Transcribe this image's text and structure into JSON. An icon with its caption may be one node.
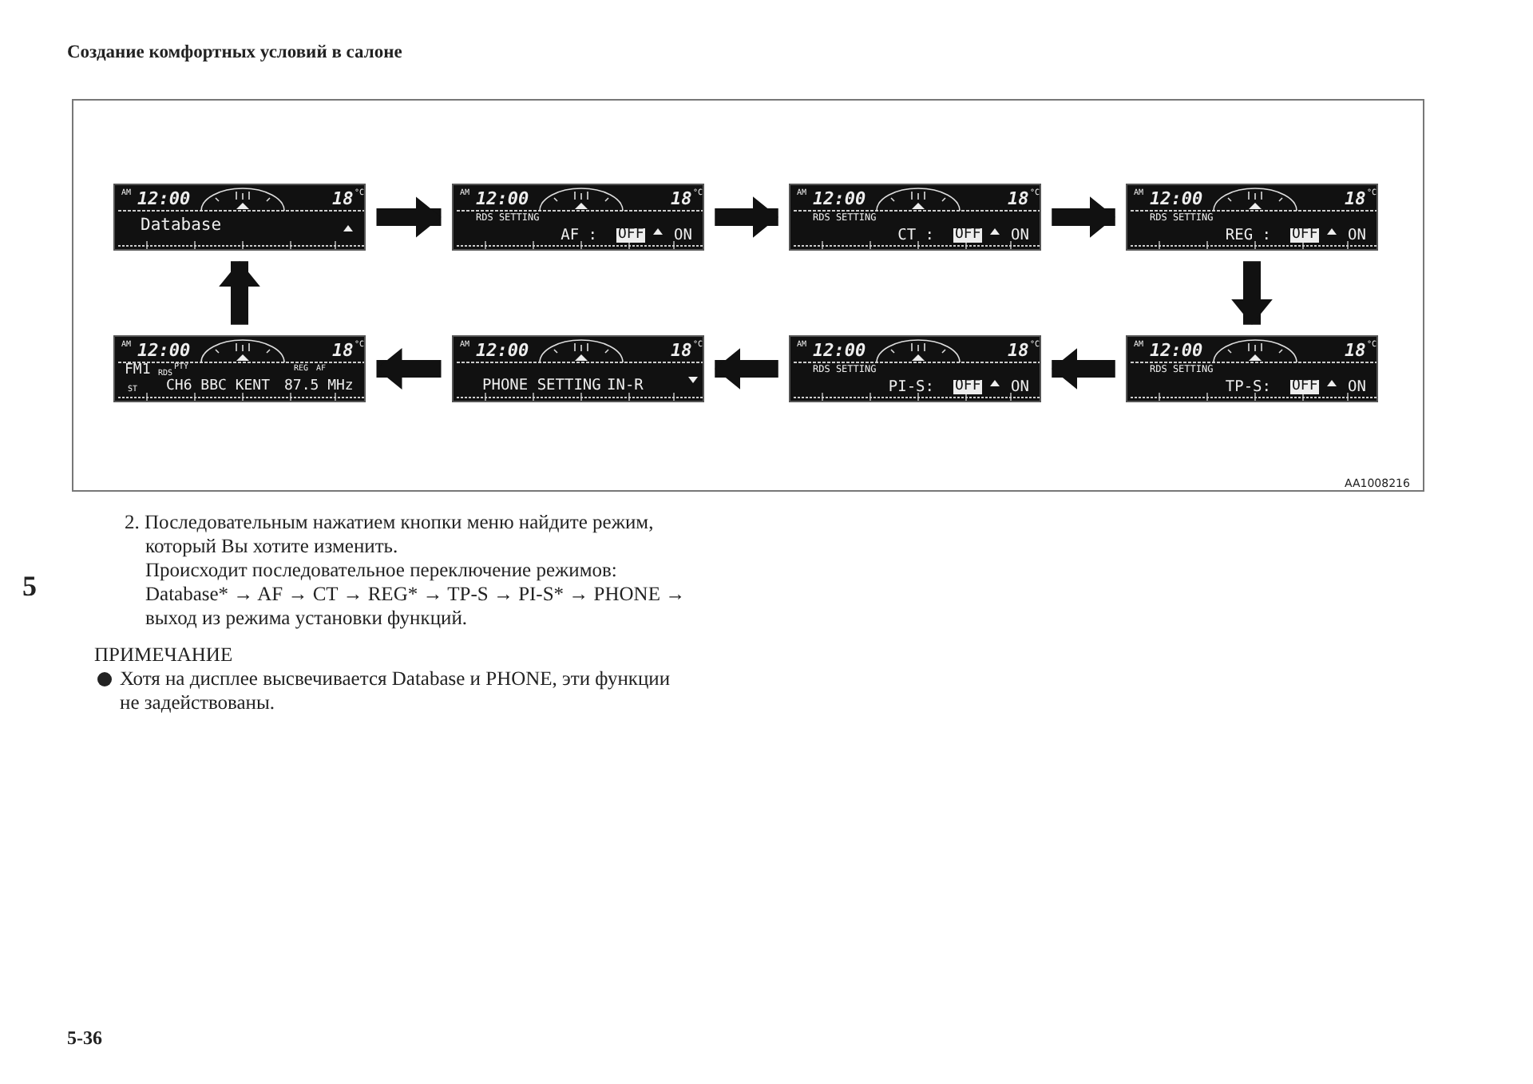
{
  "diagram": {
    "title": "Создание комфортных условий в салоне",
    "nodes": [
      {
        "text": [
          "AM",
          "12:00",
          "18",
          "°C",
          "Database"
        ]
      },
      {
        "text": [
          "AM",
          "12:00",
          "18",
          "°C",
          "RDS SETTING",
          "AF :",
          "OFF",
          "ON"
        ]
      },
      {
        "text": [
          "AM",
          "12:00",
          "18",
          "°C",
          "RDS SETTING",
          "CT :",
          "OFF",
          "ON"
        ]
      },
      {
        "text": [
          "AM",
          "12:00",
          "18",
          "°C",
          "RDS SETTING",
          "REG :",
          "OFF",
          "ON"
        ]
      },
      {
        "text": [
          "AM",
          "12:00",
          "18",
          "°C",
          "FM1",
          "RDS",
          "PTY",
          "REG",
          "AF",
          "ST",
          "CH6 BBC KENT",
          "87.5 MHz"
        ]
      },
      {
        "text": [
          "AM",
          "12:00",
          "18",
          "°C",
          "PHONE SETTING",
          "IN-R"
        ]
      },
      {
        "text": [
          "AM",
          "12:00",
          "18",
          "°C",
          "RDS SETTING",
          "PI-S:",
          "OFF",
          "ON"
        ]
      },
      {
        "text": [
          "AM",
          "12:00",
          "18",
          "°C",
          "RDS SETTING",
          "TP-S:",
          "OFF",
          "ON"
        ]
      }
    ],
    "edges": [
      {
        "from": 0,
        "to": 1,
        "arrow": "to"
      },
      {
        "from": 1,
        "to": 2,
        "arrow": "to"
      },
      {
        "from": 2,
        "to": 3,
        "arrow": "to"
      },
      {
        "from": 3,
        "to": 7,
        "arrow": "to"
      },
      {
        "from": 7,
        "to": 6,
        "arrow": "to"
      },
      {
        "from": 6,
        "to": 5,
        "arrow": "to"
      },
      {
        "from": 5,
        "to": 4,
        "arrow": "to"
      },
      {
        "from": 4,
        "to": 0,
        "arrow": "to"
      }
    ],
    "labels": [
      "AA1008216",
      "2. Последовательным нажатием кнопки меню найдите режим, который Вы хотите изменить.",
      "Происходит последовательное переключение режимов: Database* → AF → CT → REG* → TP-S → PI-S* → PHONE → выход из режима установки функций.",
      "ПРИМЕЧАНИЕ",
      "Хотя на дисплее высвечивается Database и PHONE, эти функции не задействованы.",
      "5",
      "5-36"
    ]
  }
}
